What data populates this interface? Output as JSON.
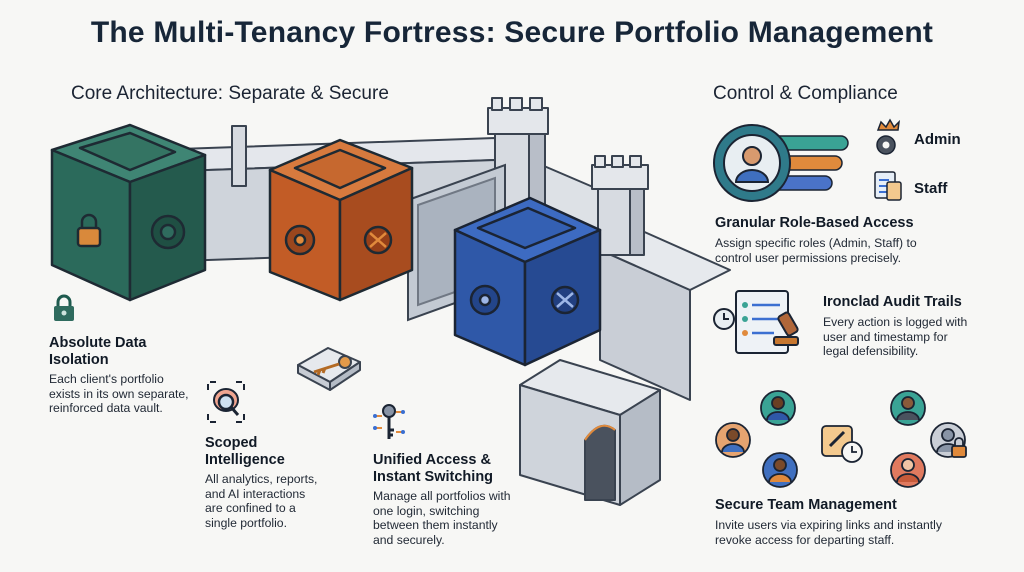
{
  "title": "The Multi-Tenancy Fortress: Secure Portfolio Management",
  "left_section": {
    "heading": "Core Architecture: Separate & Secure",
    "isolation": {
      "title": "Absolute Data Isolation",
      "title_lines": [
        "Absolute Data",
        "Isolation"
      ],
      "body_lines": [
        "Each client's portfolio",
        "exists in its own separate,",
        "reinforced data vault."
      ],
      "icon": "lock-icon"
    },
    "scoped": {
      "title_lines": [
        "Scoped",
        "Intelligence"
      ],
      "body_lines": [
        "All analytics, reports,",
        "and AI interactions",
        "are confined to a",
        "single portfolio."
      ],
      "icon": "brain-magnifier-icon"
    },
    "unified": {
      "title_lines": [
        "Unified Access &",
        "Instant Switching"
      ],
      "body_lines": [
        "Manage all portfolios with",
        "one login, switching",
        "between them instantly",
        "and securely."
      ],
      "icon": "key-network-icon"
    }
  },
  "right_section": {
    "heading": "Control & Compliance",
    "roles": {
      "admin_label": "Admin",
      "staff_label": "Staff"
    },
    "rbac": {
      "title": "Granular Role-Based Access",
      "body_lines": [
        "Assign specific roles (Admin, Staff) to",
        "control user permissions precisely."
      ]
    },
    "audit": {
      "title": "Ironclad Audit Trails",
      "body_lines": [
        "Every action is logged with",
        "user and timestamp for",
        "legal defensibility."
      ]
    },
    "team": {
      "title": "Secure Team Management",
      "body_lines": [
        "Invite users via expiring links and instantly",
        "revoke access for departing staff."
      ]
    }
  },
  "colors": {
    "vault_green": "#2f6b5e",
    "vault_orange": "#c8622b",
    "vault_blue": "#2f58a8",
    "wall": "#d9dde3",
    "accent_orange": "#e08a3c"
  }
}
